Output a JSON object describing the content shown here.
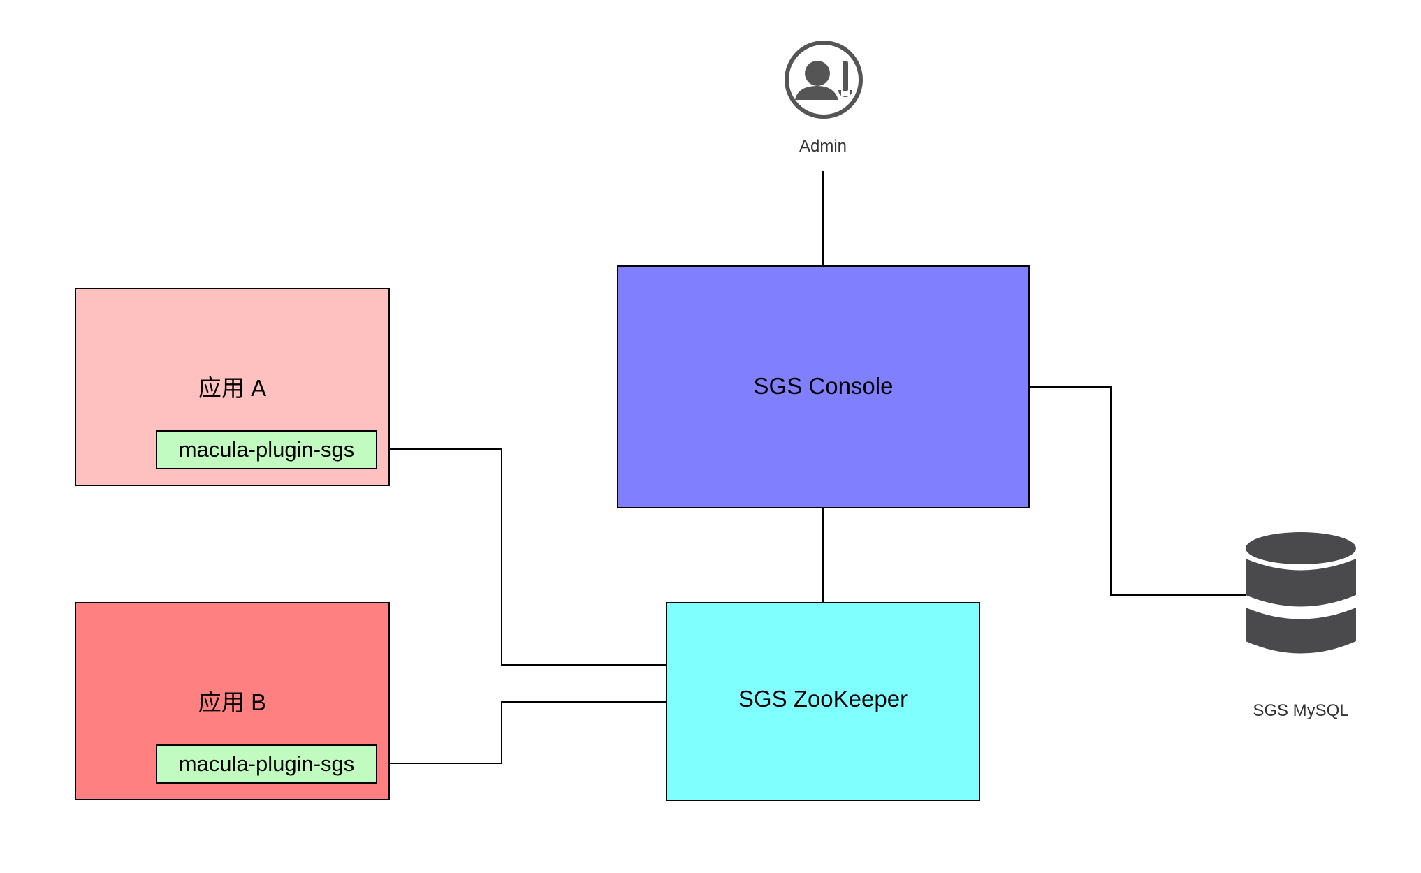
{
  "nodes": {
    "app_a": {
      "label": "应用 A",
      "plugin": "macula-plugin-sgs",
      "color": "#ffc0c0"
    },
    "app_b": {
      "label": "应用 B",
      "plugin": "macula-plugin-sgs",
      "color": "#ff8080"
    },
    "console": {
      "label": "SGS Console",
      "color": "#8080ff"
    },
    "zookeeper": {
      "label": "SGS ZooKeeper",
      "color": "#80ffff"
    },
    "mysql": {
      "label": "SGS MySQL",
      "icon": "database-icon"
    },
    "admin": {
      "label": "Admin",
      "icon": "admin-user-icon"
    }
  },
  "edges": [
    {
      "from": "admin",
      "to": "console"
    },
    {
      "from": "console",
      "to": "zookeeper"
    },
    {
      "from": "console",
      "to": "mysql"
    },
    {
      "from": "app_a",
      "to": "zookeeper"
    },
    {
      "from": "app_b",
      "to": "zookeeper"
    }
  ]
}
